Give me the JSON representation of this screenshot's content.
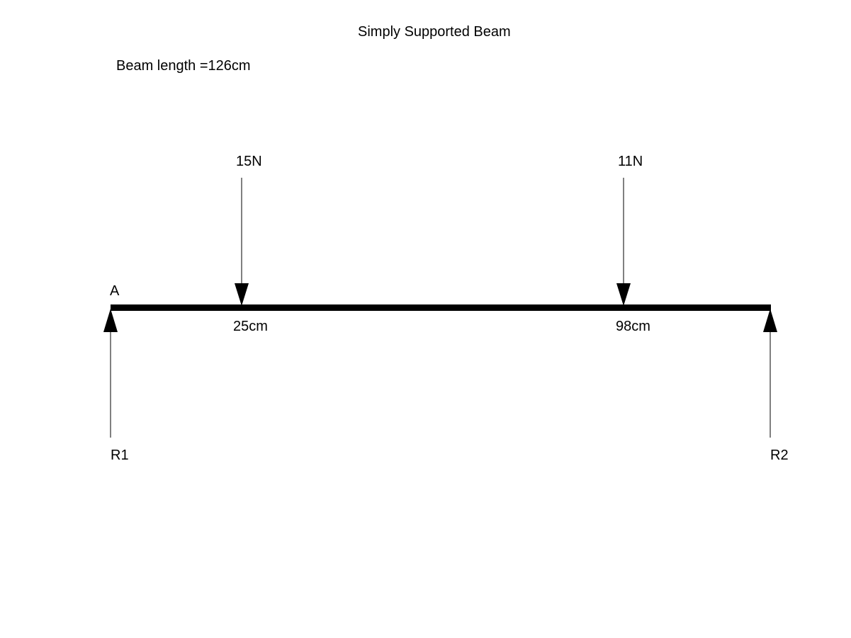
{
  "title": "Simply Supported Beam",
  "beam_length_label": "Beam length =126cm",
  "beam_length_cm": 126,
  "point_label": "A",
  "loads": [
    {
      "magnitude_label": "15N",
      "position_label": "25cm",
      "magnitude_n": 15,
      "position_cm": 25
    },
    {
      "magnitude_label": "11N",
      "position_label": "98cm",
      "magnitude_n": 11,
      "position_cm": 98
    }
  ],
  "reactions": [
    {
      "label": "R1"
    },
    {
      "label": "R2"
    }
  ],
  "colors": {
    "stroke": "#000000",
    "background": "#ffffff"
  }
}
